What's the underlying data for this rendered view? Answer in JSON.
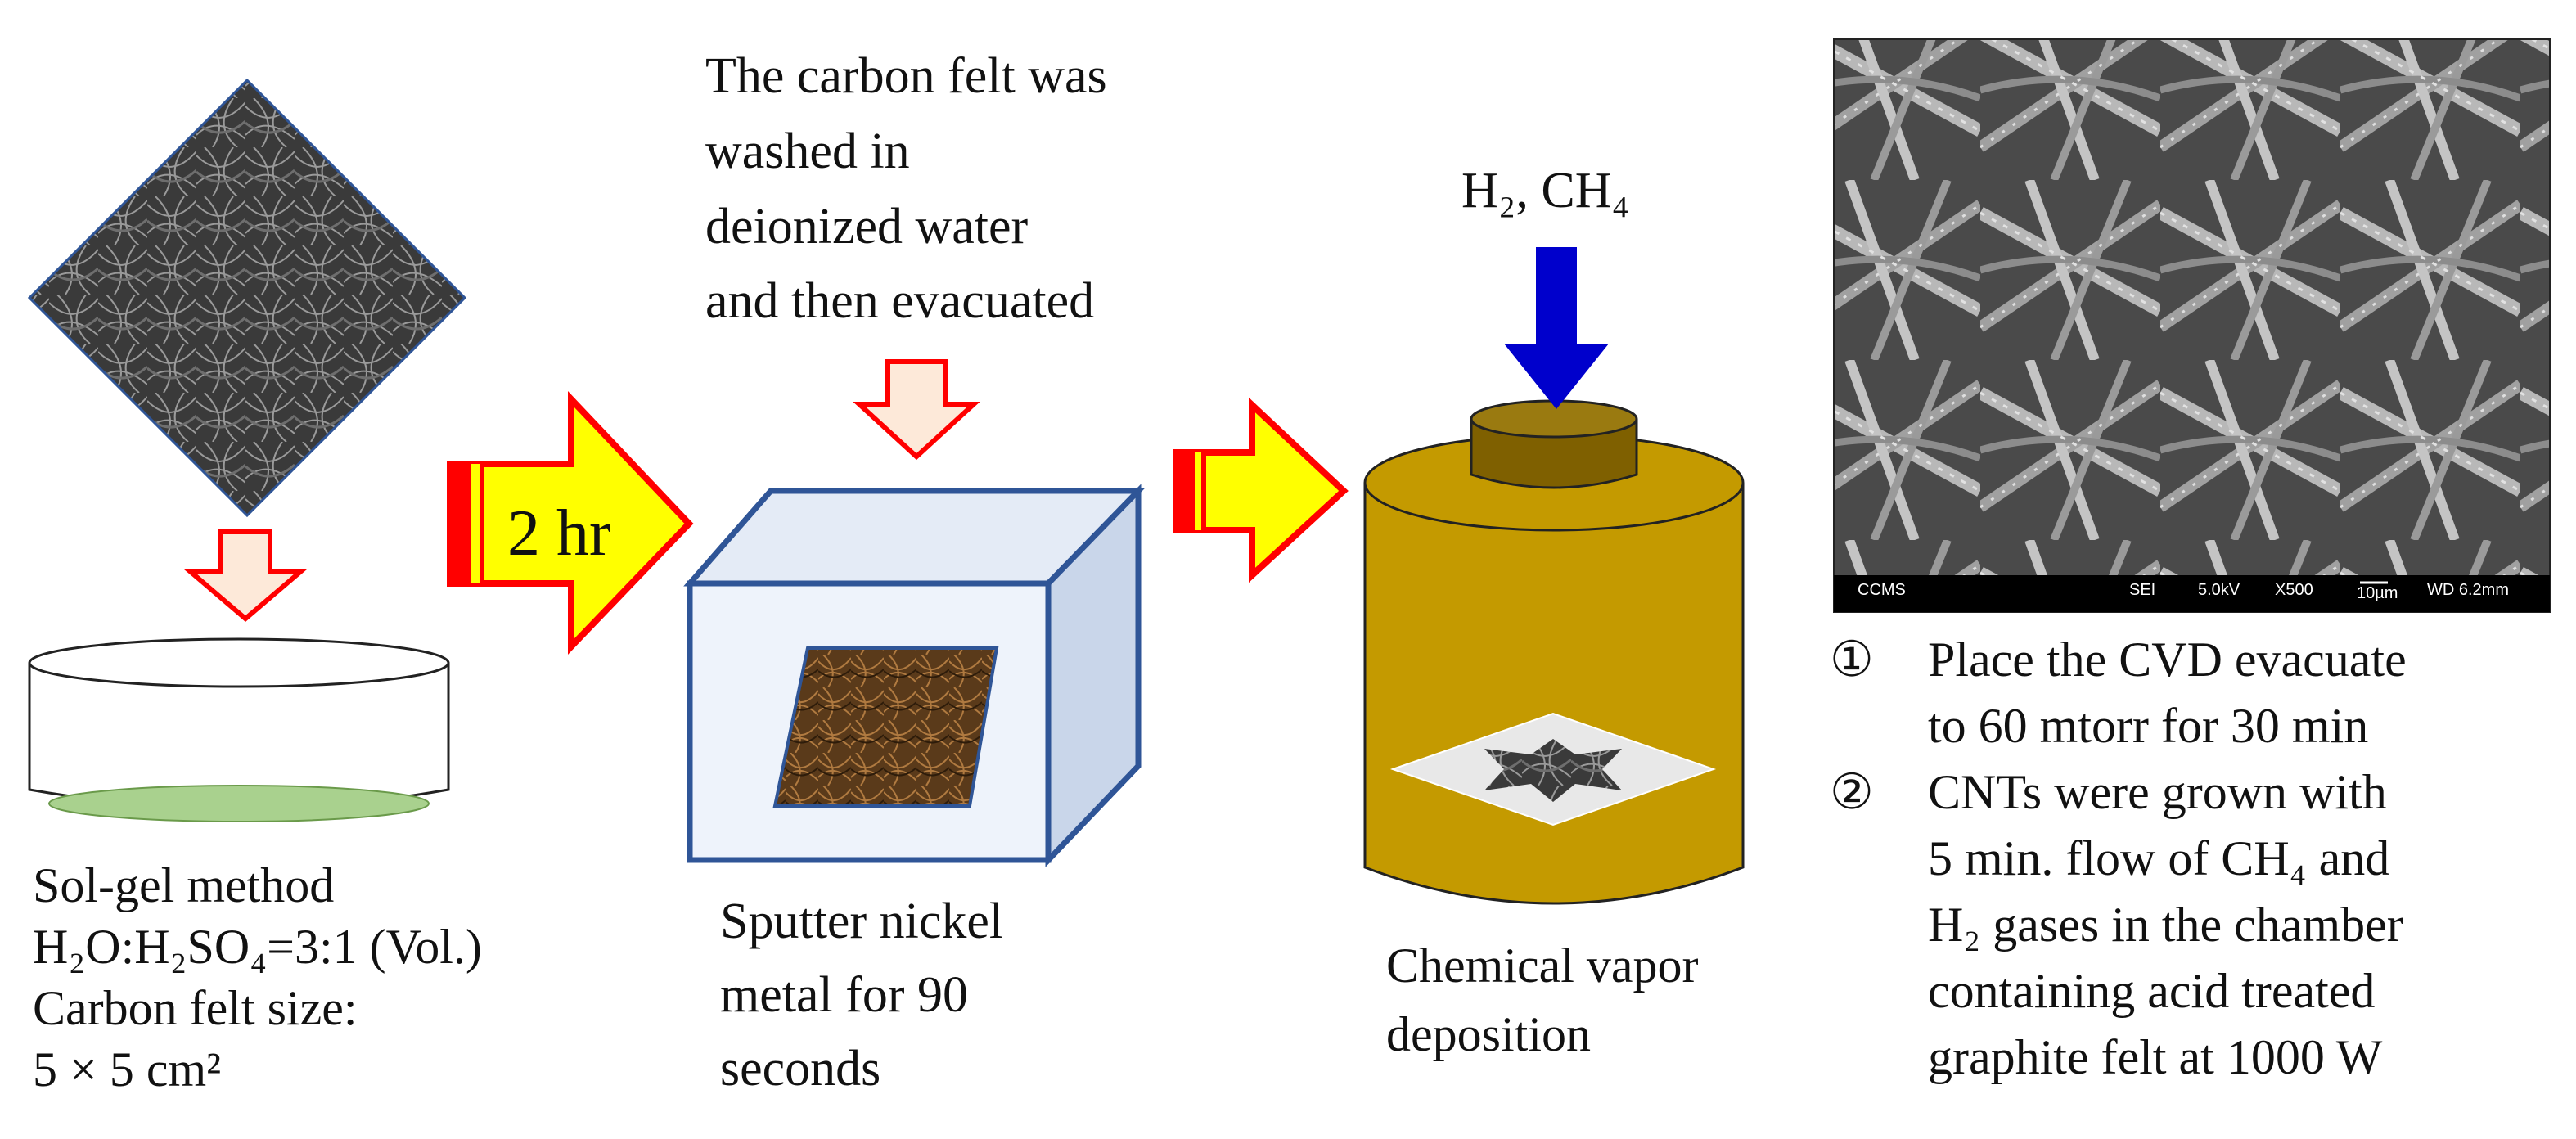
{
  "step1": {
    "arrow_label": "2  hr",
    "caption": [
      "Sol-gel method",
      "H₂O:H₂SO₄=3:1  (Vol.)",
      "Carbon felt size:",
      "5 × 5 cm²"
    ]
  },
  "step2": {
    "note": [
      "The carbon felt was",
      "washed in",
      "deionized water",
      "and then evacuated"
    ],
    "caption": [
      "Sputter nickel",
      "metal for 90",
      "seconds"
    ]
  },
  "step3": {
    "gas_label": "H₂, CH₄",
    "caption": [
      "Chemical vapor",
      "deposition"
    ]
  },
  "sem": {
    "footer_left": "CCMS",
    "footer_items": [
      "SEI",
      "5.0kV",
      "X500",
      "10µm",
      "WD 6.2mm"
    ]
  },
  "steps": [
    {
      "num": "①",
      "lines": [
        "Place the CVD evacuate",
        "to 60 mtorr for 30 min"
      ]
    },
    {
      "num": "②",
      "lines": [
        "CNTs were grown with",
        "5 min. flow of CH₄ and",
        "H₂ gases in the chamber",
        "containing acid treated",
        "graphite felt at 1000 W"
      ]
    }
  ],
  "colors": {
    "arrow_fill": "#ffff00",
    "arrow_stroke": "#ff0000",
    "small_arrow_fill": "#fde9d9",
    "blue_arrow": "#0000cc",
    "box_face": "#eef3fb",
    "box_stroke": "#2f5597",
    "cvd_body": "#c49a00",
    "cvd_cap": "#7f6000",
    "dish_liquid": "#a9d18e"
  }
}
